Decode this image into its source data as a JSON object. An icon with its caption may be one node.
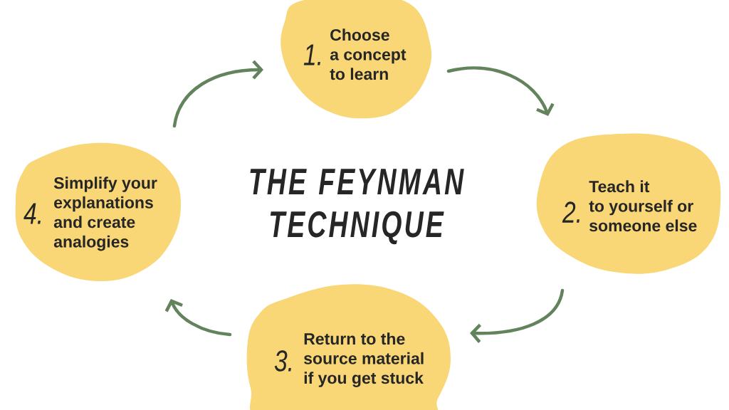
{
  "diagram": {
    "title": "THE FEYNMAN TECHNIQUE",
    "nodes": [
      {
        "text": [
          "1.",
          "Choose a concept to learn"
        ]
      },
      {
        "text": [
          "2.",
          "Teach it to yourself or someone else"
        ]
      },
      {
        "text": [
          "3.",
          "Return to the source material if you get stuck"
        ]
      },
      {
        "text": [
          "4.",
          "Simplify your explanations and create analogies"
        ]
      }
    ],
    "edges": [
      {
        "from": 0,
        "to": 1,
        "arrow": "to"
      },
      {
        "from": 1,
        "to": 2,
        "arrow": "to"
      },
      {
        "from": 2,
        "to": 3,
        "arrow": "to"
      },
      {
        "from": 3,
        "to": 0,
        "arrow": "to"
      }
    ]
  }
}
